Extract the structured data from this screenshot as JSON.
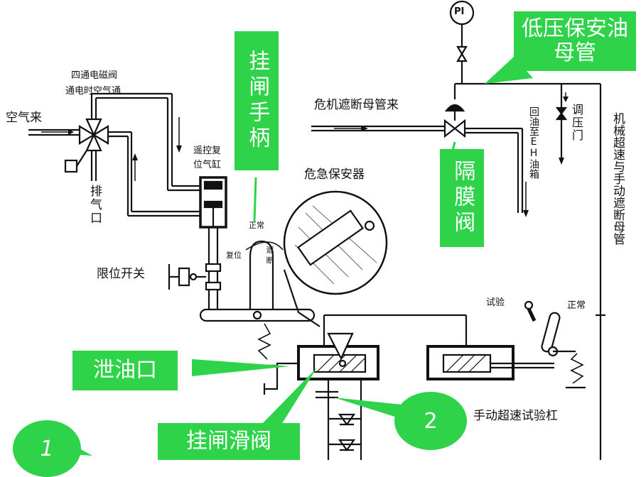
{
  "labels": {
    "air_in": "空气来",
    "solenoid_valve_l1": "四通电磁阀",
    "solenoid_valve_l2": "通电时空气通",
    "exhaust": "排气口",
    "remote_reset_l1": "遥控复",
    "remote_reset_l2": "位气缸",
    "limit_switch": "限位开关",
    "emergency_governor": "危急保安器",
    "trip_header_in": "危机遮断母管来",
    "return_oil": "回油至EH油箱",
    "adjust_valve": "调压门",
    "mech_overspeed_header": "机械超速与手动遮断母管",
    "pi": "PI",
    "normal_small": "正常",
    "reset_small": "复位",
    "trip_small": "遮断",
    "test": "试验",
    "normal": "正常",
    "manual_test_lever": "手动超速试验杠"
  },
  "callouts": {
    "low_pressure_header": "低压保安油母管",
    "trip_handle": "挂闸手柄",
    "diaphragm_valve": "隔膜阀",
    "drain_port": "泄油口",
    "trip_slide_valve": "挂闸滑阀",
    "num_2": "2",
    "num_1": "1"
  },
  "colors": {
    "callout": "#2ed34a",
    "line": "#111111"
  }
}
